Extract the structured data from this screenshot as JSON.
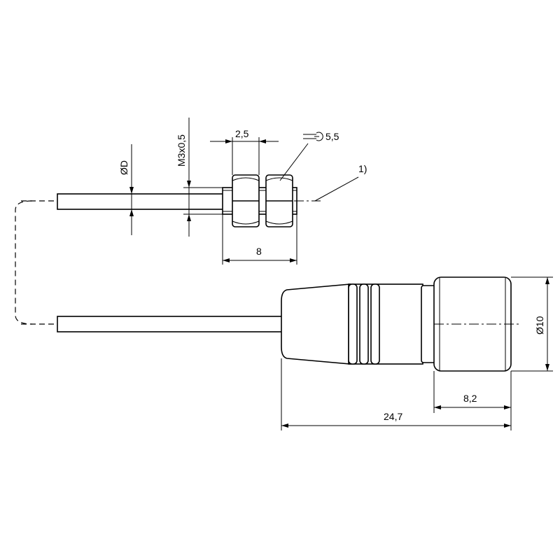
{
  "dimensions": {
    "wrench_size": "5,5",
    "nut_width": "2,5",
    "thread": "M3x0,5",
    "cable_diameter": "ØD",
    "thread_length": "8",
    "body_diameter": "Ø10",
    "cap_length": "8,2",
    "total_length": "24,7"
  },
  "annotations": {
    "note_1": "1)"
  },
  "icons": {
    "wrench": "wrench-icon"
  }
}
